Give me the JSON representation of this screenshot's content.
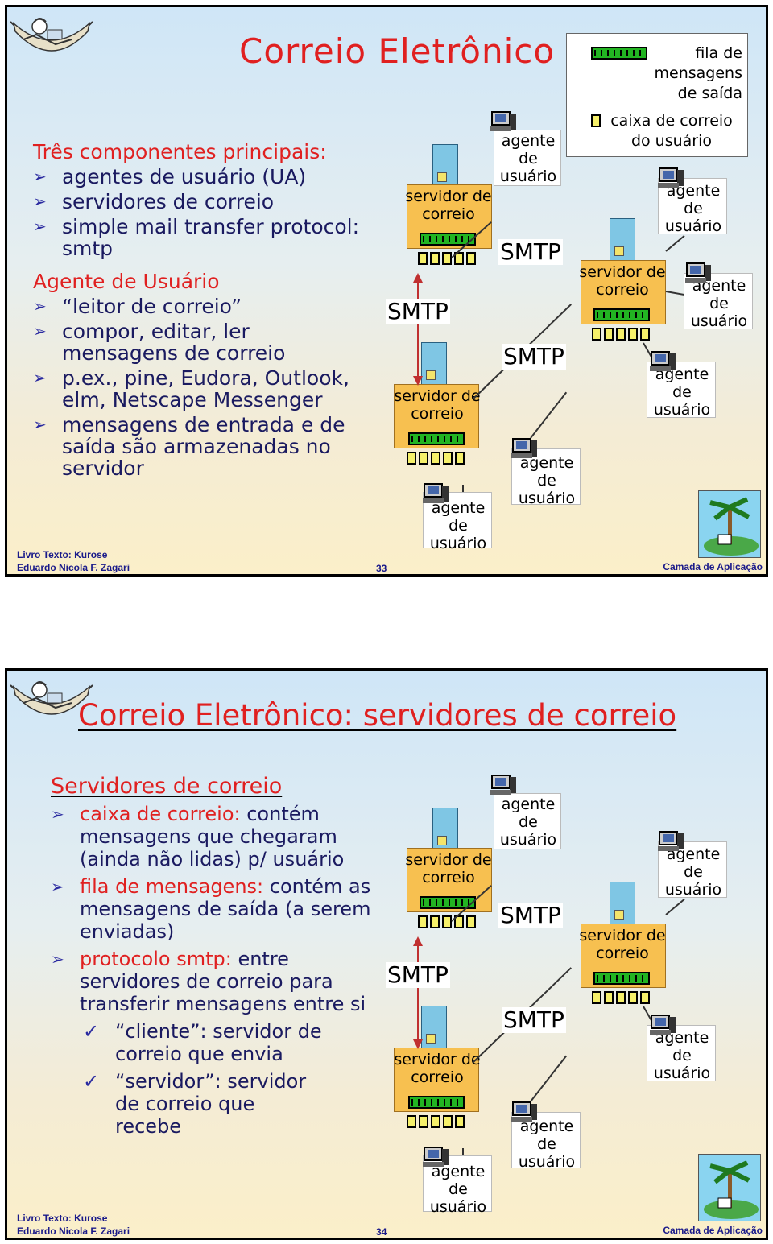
{
  "slide1": {
    "title": "Correio Eletrônico",
    "heading": "Três componentes principais:",
    "bullets": [
      "agentes de usuário (UA)",
      "servidores de correio",
      "simple mail transfer protocol: smtp"
    ],
    "subheading": "Agente de Usuário",
    "ua_bullets": [
      "“leitor de correio”",
      "compor, editar, ler mensagens de correio",
      "p.ex., pine, Eudora, Outlook, elm, Netscape Messenger",
      "mensagens de entrada e de saída são armazenadas no servidor"
    ],
    "footer_line1": "Livro Texto: Kurose",
    "footer_line2": "Eduardo Nicola F. Zagari",
    "page_number": "33",
    "footer_right": "Camada de Aplicação",
    "legend": {
      "queue_label": "fila de mensagens de saída",
      "mailbox_label": "caixa de correio do usuário"
    }
  },
  "slide2": {
    "title": "Correio Eletrônico: servidores de correio",
    "heading": "Servidores de correio",
    "b1_red": "caixa de correio:",
    "b1_rest": " contém mensagens que chegaram (ainda não lidas) p/ usuário",
    "b2_red": "fila de mensagens:",
    "b2_rest": " contém as mensagens de saída (a serem enviadas)",
    "b3_red": "protocolo smtp:",
    "b3_rest": " entre servidores de correio para transferir mensagens entre si",
    "check1": "“cliente”: servidor de correio que envia",
    "check2": "“servidor”: servidor de correio que recebe",
    "footer_line1": "Livro Texto: Kurose",
    "footer_line2": "Eduardo Nicola F. Zagari",
    "page_number": "34",
    "footer_right": "Camada de Aplicação"
  },
  "diagram": {
    "ua_label": "agente de usuário",
    "server_label": "servidor de correio",
    "protocol": "SMTP"
  }
}
